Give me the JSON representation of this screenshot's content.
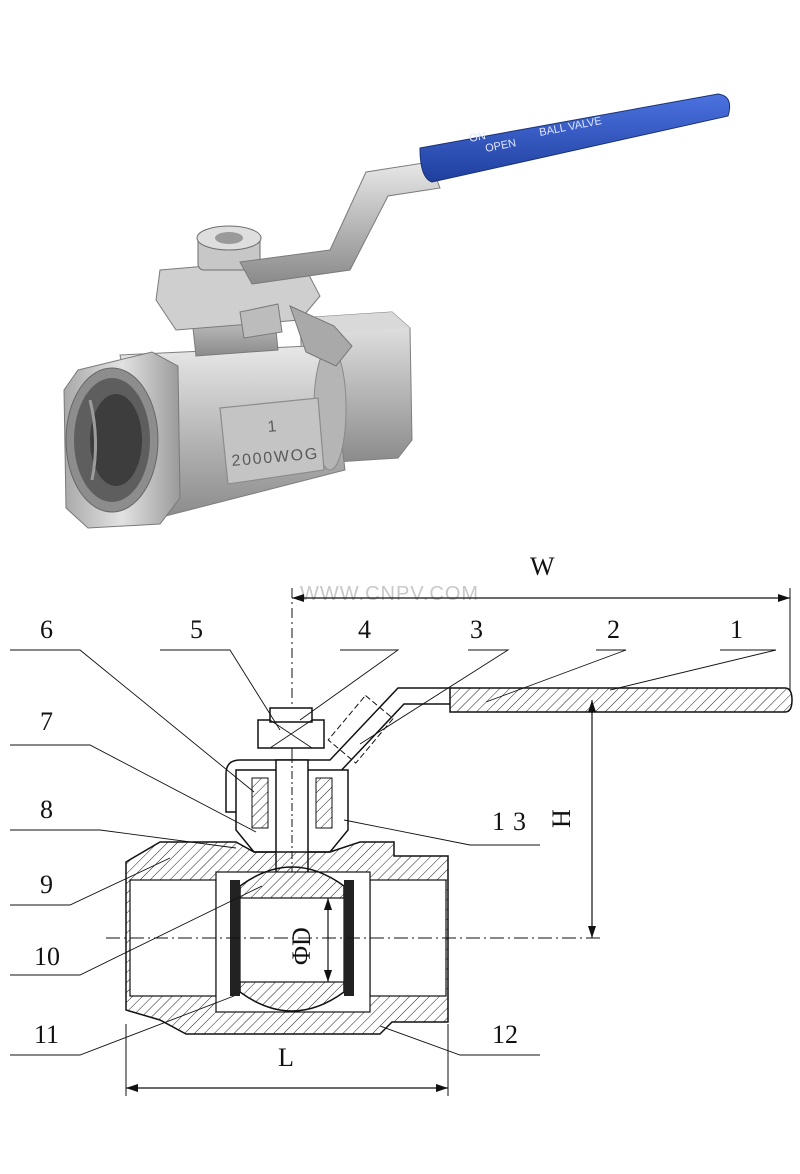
{
  "photo": {
    "body_mark_size": "1",
    "body_mark_rating": "2000WOG",
    "handle_text_1": "ON",
    "handle_text_2": "OPEN",
    "handle_text_3": "BALL VALVE",
    "colors": {
      "handle": "#2f55c8",
      "steel": "#b9b9b9"
    }
  },
  "drawing": {
    "watermark": "WWW.CNPV.COM",
    "dimensions": {
      "width": "W",
      "height": "H",
      "length": "L",
      "bore": "ΦD"
    },
    "callouts": [
      "1",
      "2",
      "3",
      "4",
      "5",
      "6",
      "7",
      "8",
      "9",
      "10",
      "11",
      "12",
      "13"
    ]
  }
}
